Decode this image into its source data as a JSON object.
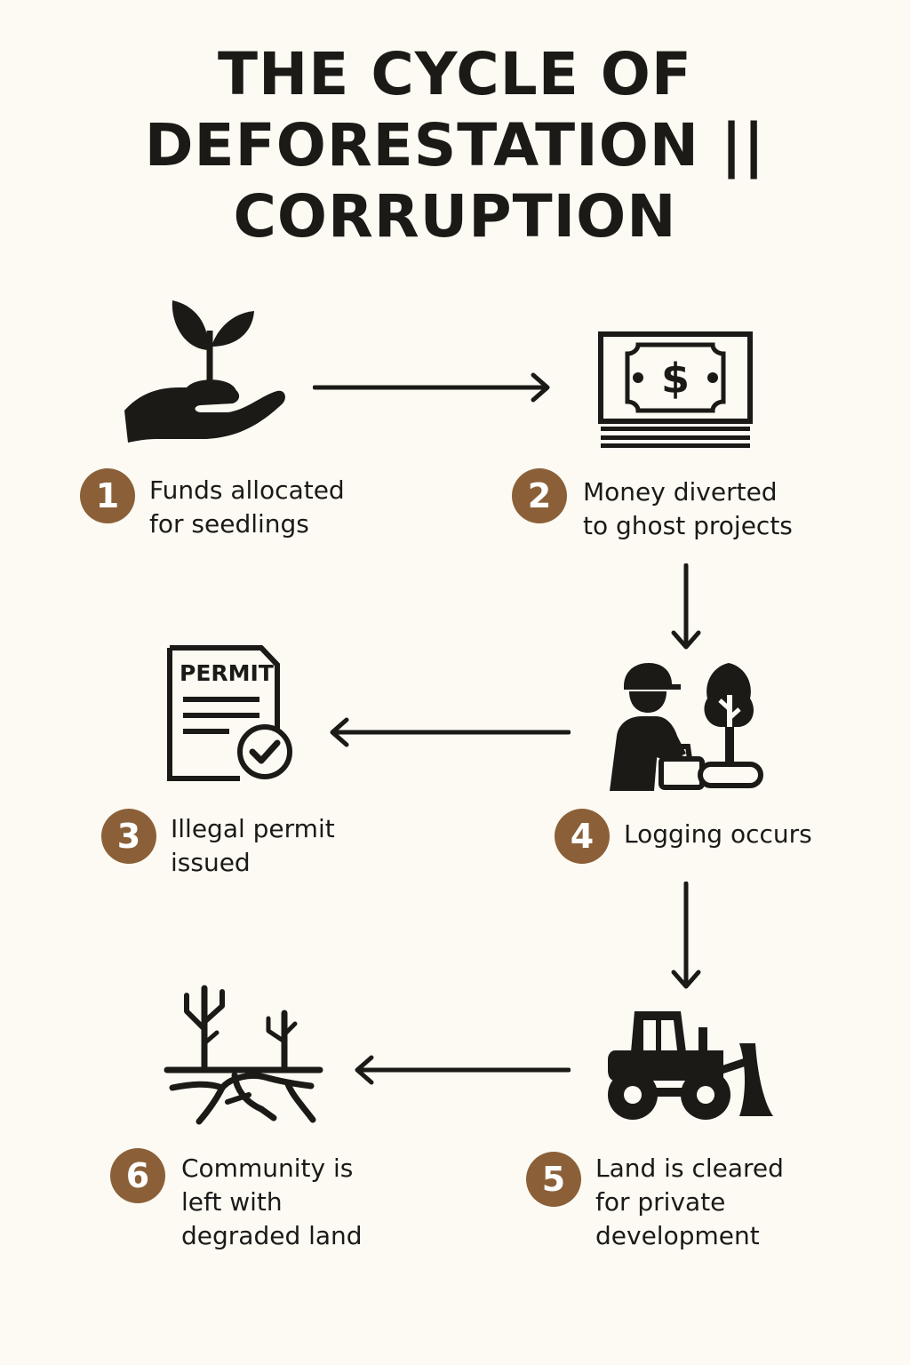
{
  "title": {
    "line1": "THE CYCLE OF",
    "line2": "DEFORESTATION ||",
    "line3": "CORRUPTION"
  },
  "steps": [
    {
      "number": "1",
      "label": "Funds allocated\nfor seedlings",
      "icon": "hand-seedling-icon"
    },
    {
      "number": "2",
      "label": "Money diverted\nto ghost projects",
      "icon": "money-bill-icon"
    },
    {
      "number": "3",
      "label": "Illegal permit\nissued",
      "icon": "permit-document-icon",
      "icon_text": "PERMIT"
    },
    {
      "number": "4",
      "label": "Logging occurs",
      "icon": "logger-chainsaw-icon"
    },
    {
      "number": "5",
      "label": "Land is cleared\nfor private\ndevelopment",
      "icon": "bulldozer-icon"
    },
    {
      "number": "6",
      "label": "Community is\nleft with\ndegraded land",
      "icon": "degraded-land-icon"
    }
  ],
  "colors": {
    "background": "#fcfaf3",
    "badge": "#8b6038",
    "ink": "#1c1a17"
  }
}
